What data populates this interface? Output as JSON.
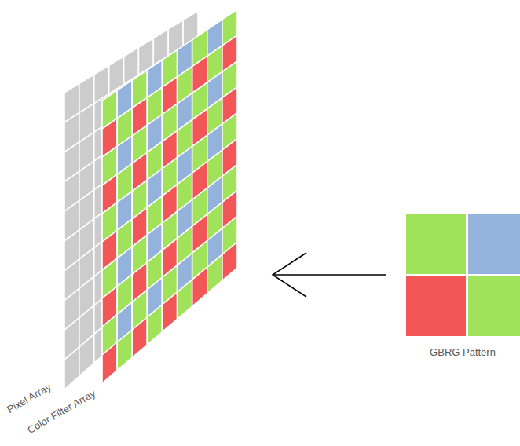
{
  "diagram": {
    "labels": [
      "Pixel Array",
      "Color Filter Array",
      "GBRG Pattern"
    ]
  }
}
